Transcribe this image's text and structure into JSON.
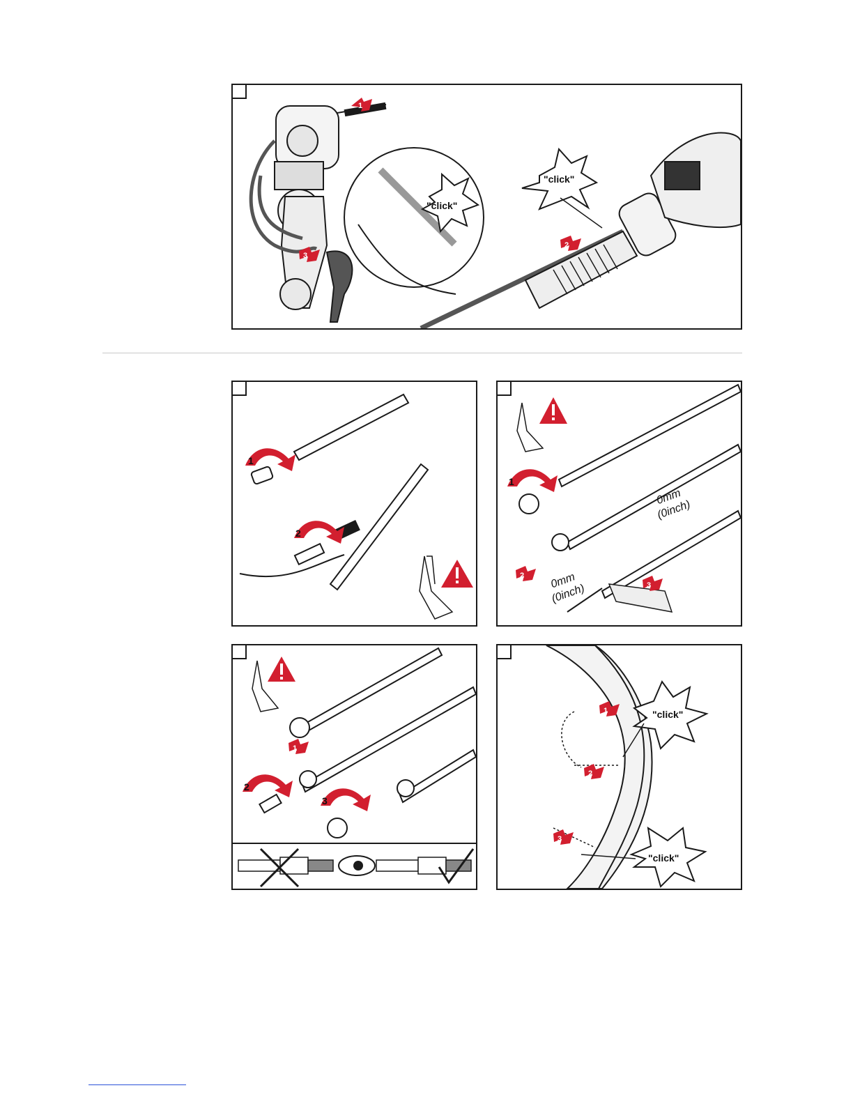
{
  "figure_top": {
    "step_numbers": [
      "1",
      "2",
      "3"
    ],
    "callouts": [
      "\"click\"",
      "\"click\""
    ]
  },
  "figure_a": {
    "step_numbers": [
      "1",
      "2"
    ]
  },
  "figure_b": {
    "step_numbers": [
      "1",
      "2",
      "3"
    ],
    "dimension_1": {
      "value": "0mm",
      "imperial": "(0inch)"
    },
    "dimension_2": {
      "value": "0mm",
      "imperial": "(0inch)"
    }
  },
  "figure_c": {
    "step_numbers": [
      "1",
      "2",
      "3"
    ]
  },
  "figure_d": {
    "step_numbers": [
      "1",
      "2",
      "3"
    ],
    "callouts": [
      "\"click\"",
      "\"click\""
    ]
  },
  "colors": {
    "accent_red": "#d21f2f",
    "line": "#1a1a1a",
    "divider": "#c8c8c8"
  }
}
